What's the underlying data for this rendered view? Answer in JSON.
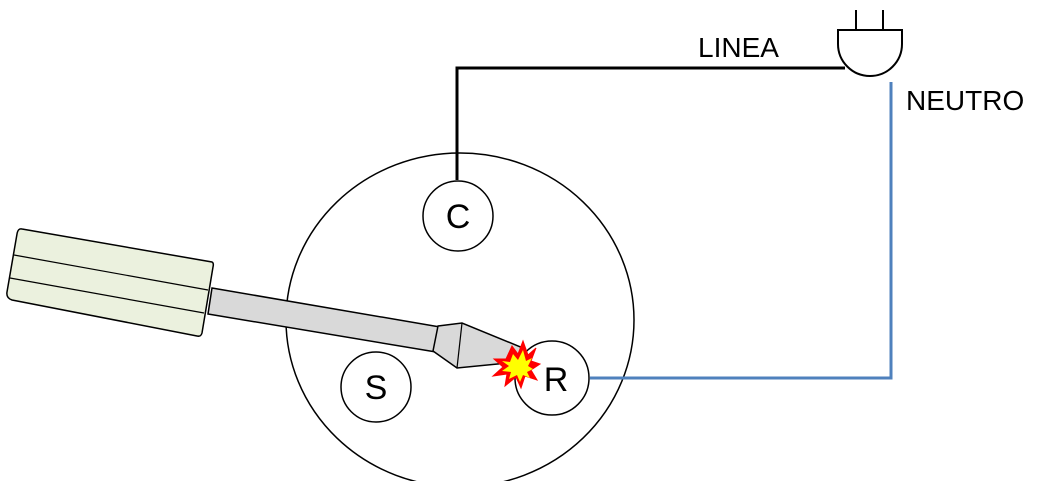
{
  "labels": {
    "line": "LINEA",
    "neutral": "NEUTRO"
  },
  "terminals": {
    "common": "C",
    "start": "S",
    "run": "R"
  },
  "colors": {
    "line_wire": "#000000",
    "neutral_wire": "#4f81bd",
    "screwdriver_handle": "#ebf1de",
    "screwdriver_shaft": "#d9d9d9",
    "spark_outer": "#ff0000",
    "spark_inner": "#ffff00"
  },
  "icons": {
    "plug": "plug-icon",
    "screwdriver": "screwdriver-icon",
    "spark": "spark-icon"
  }
}
